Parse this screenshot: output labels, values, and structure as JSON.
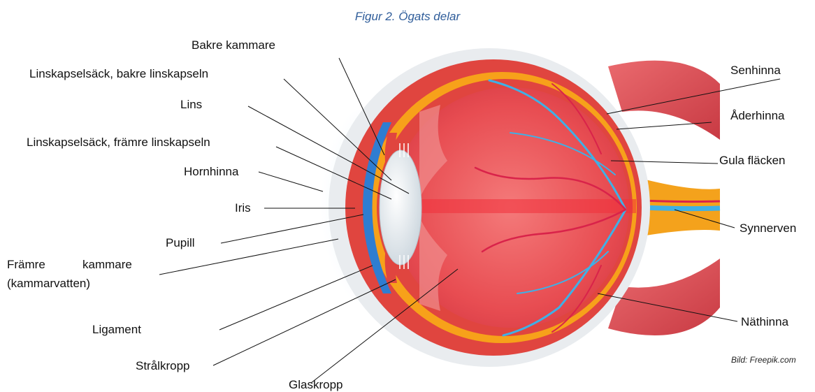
{
  "figure": {
    "caption": "Figur 2. Ögats delar",
    "credit": "Bild: Freepik.com"
  },
  "labels": {
    "bakre_kammare": "Bakre kammare",
    "linskapselsack_bakre": "Linskapselsäck, bakre linskapseln",
    "lins": "Lins",
    "linskapselsack_framre": "Linskapselsäck, främre linskapseln",
    "hornhinna": "Hornhinna",
    "iris": "Iris",
    "pupill": "Pupill",
    "framre_kammare_line1_a": "Främre",
    "framre_kammare_line1_b": "kammare",
    "framre_kammare_line2": "(kammarvatten)",
    "ligament": "Ligament",
    "stralkropp": "Strålkropp",
    "glaskropp": "Glaskropp",
    "senhinna": "Senhinna",
    "aderhinna": "Åderhinna",
    "gula_flacken": "Gula fläcken",
    "synnerven": "Synnerven",
    "nathinna": "Näthinna"
  },
  "colors": {
    "caption": "#2f5d9a",
    "sclera": "#e0453f",
    "choroid": "#f7a11a",
    "vitreous": "#ef5656",
    "cornea": "#2f7dd1",
    "vessels_blue": "#3fb0e6",
    "vessels_red": "#d9234a",
    "muscle": "#e2545a",
    "nerve_orange": "#f4a21c",
    "lens": "#e8eef2"
  }
}
